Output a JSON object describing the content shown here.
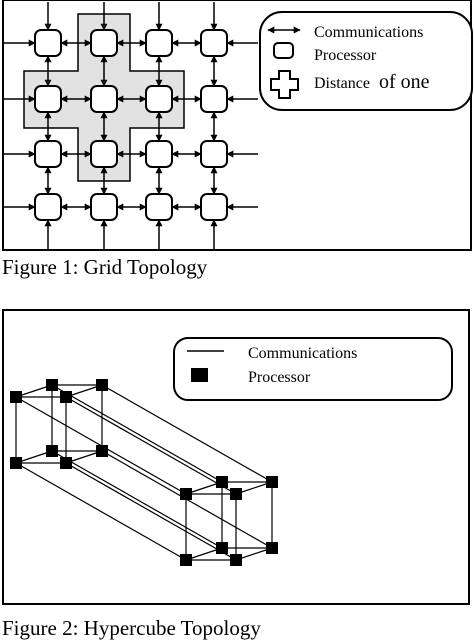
{
  "figure1": {
    "caption": "Figure 1: Grid Topology",
    "legend": {
      "communications_label": "Communications",
      "processor_label": "Processor",
      "distance_label": "Distance",
      "distance_suffix": "of one"
    },
    "grid": {
      "rows": 4,
      "cols": 4,
      "highlight": "distance-of-one cross around an interior node"
    }
  },
  "figure2": {
    "caption": "Figure 2: Hypercube Topology",
    "legend": {
      "communications_label": "Communications",
      "processor_label": "Processor"
    }
  }
}
